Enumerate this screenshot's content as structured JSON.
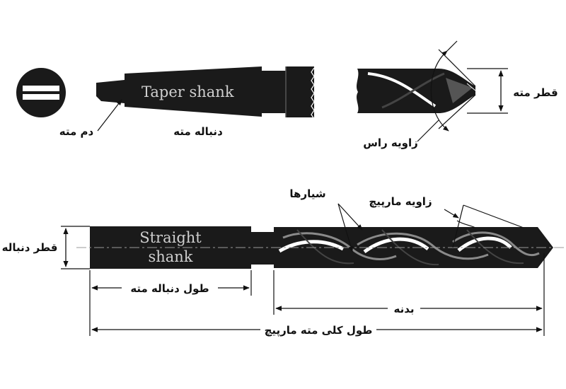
{
  "diagram": {
    "labels": {
      "tang": "دم مته",
      "taper_shank_area": "دنباله مته",
      "point_angle": "زاویه راس",
      "drill_diameter": "قطر مته",
      "flutes": "شیارها",
      "helix_angle": "زاویه مارپیچ",
      "shank_diameter": "قطر دنباله",
      "shank_length": "طول دنباله مته",
      "body": "بدنه",
      "overall_length": "طول کلی مته مارپیچ"
    },
    "english": {
      "taper_shank": "Taper  shank",
      "straight_line1": "Straight",
      "straight_line2": "shank"
    },
    "colors": {
      "metal": "#1a1a1a",
      "ink": "#111111",
      "centerline": "#9a9a9a"
    }
  }
}
